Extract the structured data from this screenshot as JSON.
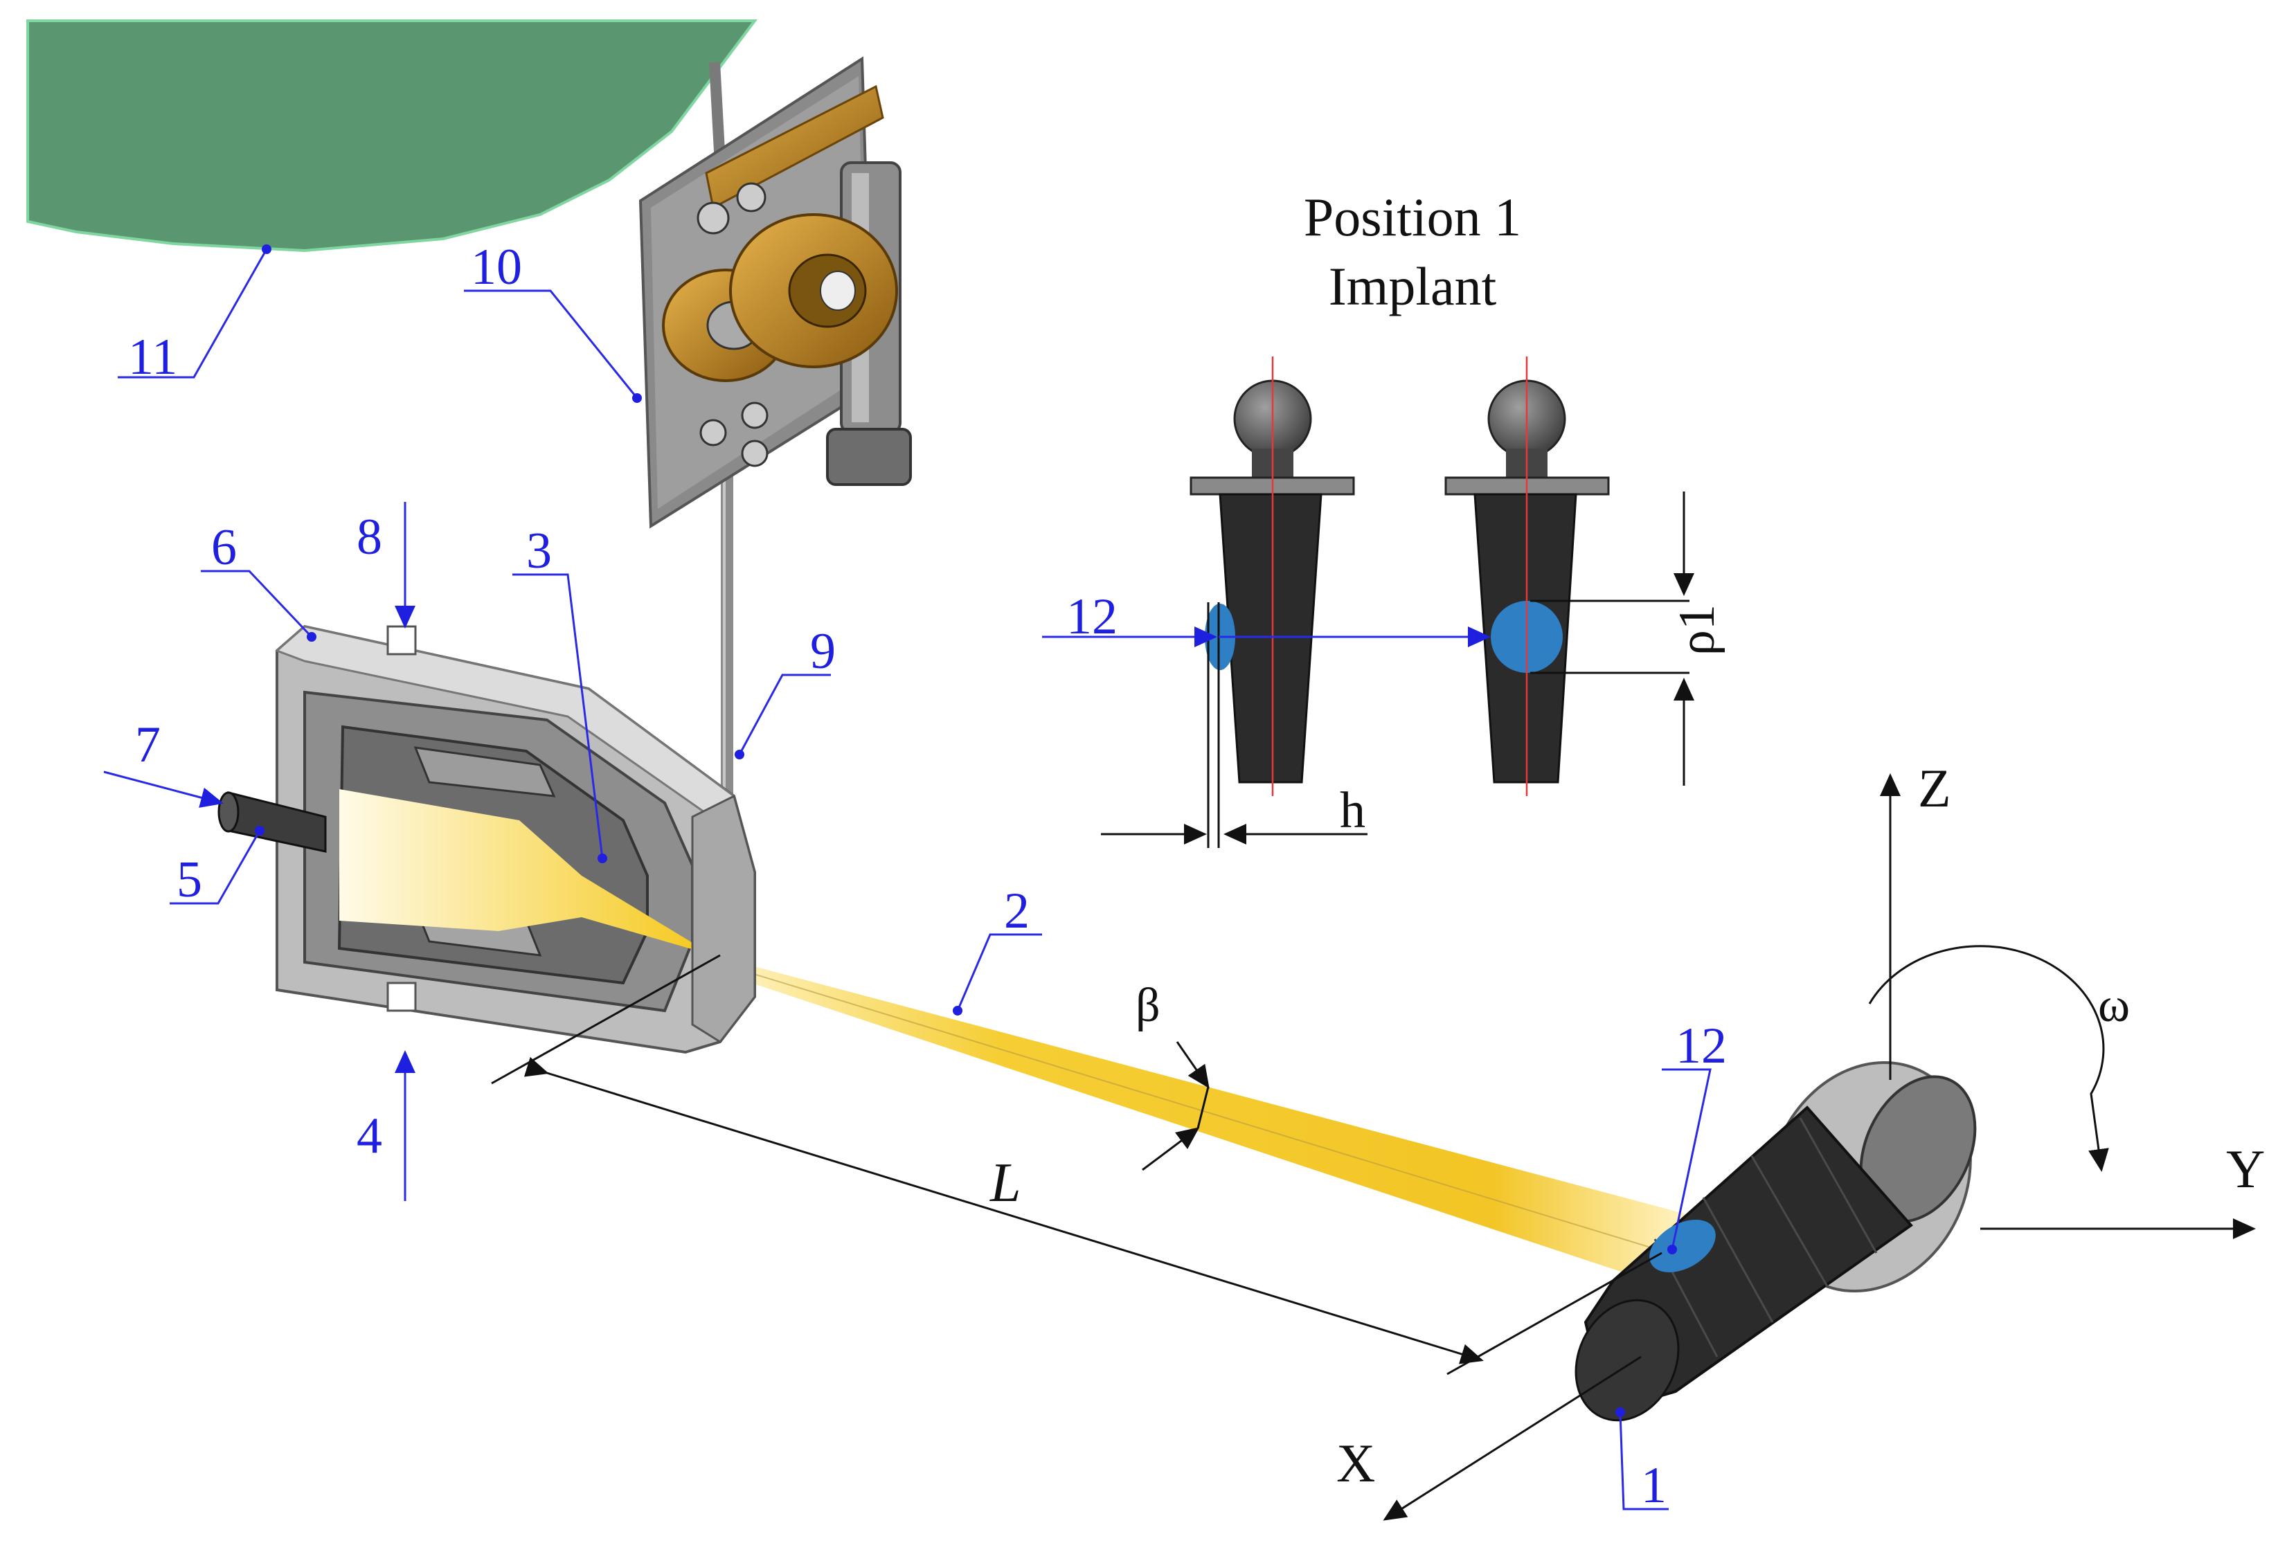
{
  "title": {
    "line1": "Position 1",
    "line2": "Implant"
  },
  "callouts": {
    "c1": "1",
    "c2": "2",
    "c3": "3",
    "c4": "4",
    "c5": "5",
    "c6": "6",
    "c7": "7",
    "c8": "8",
    "c9": "9",
    "c10": "10",
    "c11": "11",
    "c12_inset": "12",
    "c12_main": "12"
  },
  "dimensions": {
    "length": "L",
    "angle": "β",
    "height": "h",
    "distance": "ρ1"
  },
  "axes": {
    "x": "X",
    "y": "Y",
    "z": "Z",
    "rotation": "ω"
  },
  "colors": {
    "callout_blue": "#1f1fe0",
    "platform_green": "#5a9670",
    "spray_yellow": "#f5cc2a",
    "implant_dark": "#2b2b2b",
    "spot_blue": "#2f7fc4",
    "roller_gold": "#c48a1e"
  }
}
